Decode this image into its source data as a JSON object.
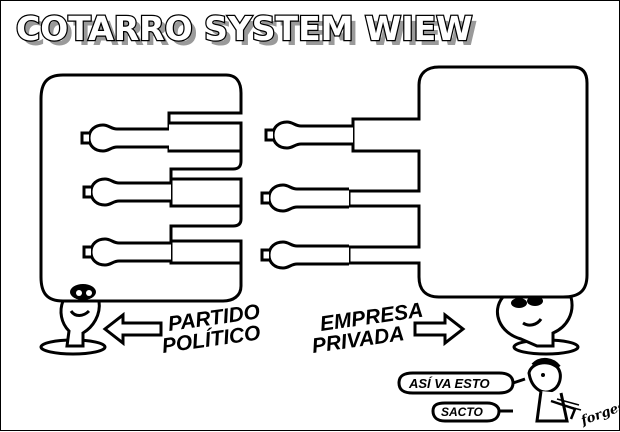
{
  "comic": {
    "title": "COTARRO SYSTEM WIEW",
    "left_label_line1": "PARTIDO",
    "left_label_line2": "POLÍTICO",
    "right_label_line1": "EMPRESA",
    "right_label_line2": "PRIVADA",
    "speech_1": "ASÍ VA ESTO",
    "speech_2": "SACTO",
    "signature": "forges",
    "colors": {
      "ink": "#000000",
      "paper": "#ffffff",
      "title_shadow": "#9a9a9a"
    }
  }
}
